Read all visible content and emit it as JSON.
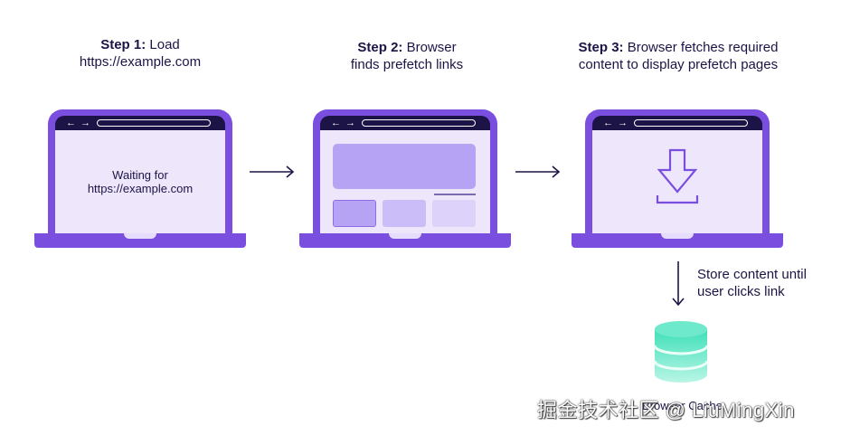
{
  "steps": [
    {
      "label": "Step 1:",
      "text_line1": "Load",
      "text_line2": "https://example.com"
    },
    {
      "label": "Step 2:",
      "text_line1": "Browser",
      "text_line2": "finds prefetch links"
    },
    {
      "label": "Step 3:",
      "text_line1": "Browser fetches required",
      "text_line2": "content to display prefetch pages"
    }
  ],
  "laptop1": {
    "nav": "← →",
    "waiting_line1": "Waiting for",
    "waiting_line2": "https://example.com"
  },
  "laptop2": {
    "nav": "← →"
  },
  "laptop3": {
    "nav": "← →"
  },
  "store_note": {
    "line1": "Store content until",
    "line2": "user clicks link"
  },
  "cache_label": "Browser Cache",
  "watermark": "掘金技术社区 @ LiuMingXin",
  "colors": {
    "purple": "#7a4fe0",
    "navy": "#1c1446",
    "screen": "#eee7fb",
    "cache": "#55e6c4"
  }
}
